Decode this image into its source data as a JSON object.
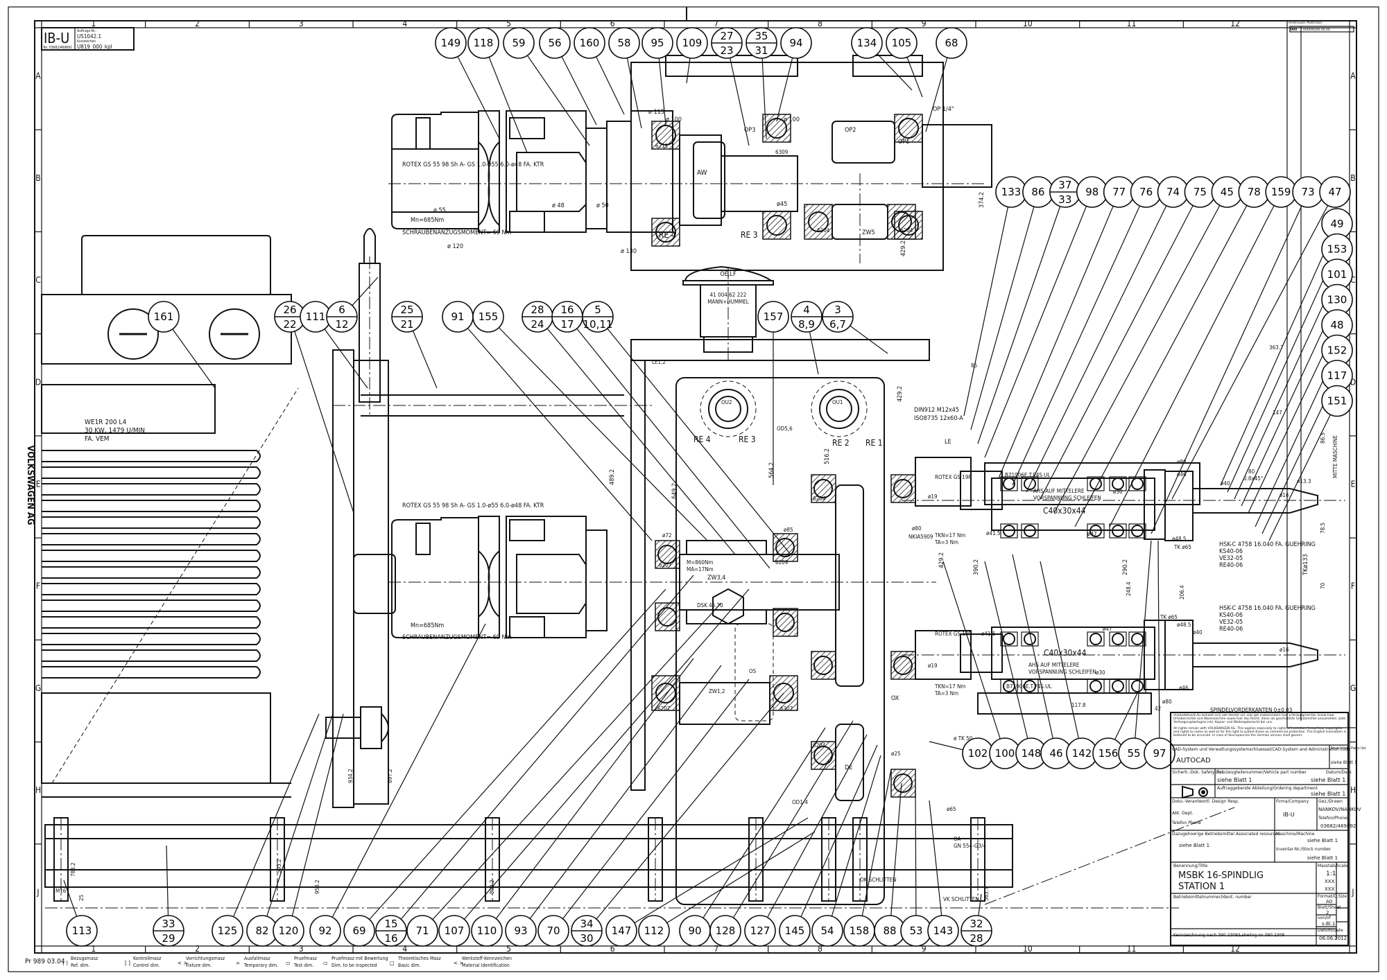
{
  "header_block": {
    "company": "IB-U",
    "phone": "Tel. 03682/469892",
    "order_label": "Auftrags-Nr.:",
    "order_no": "US1042.1",
    "short_label": "Kurzzeichen",
    "short_code": "U819_000_kpl"
  },
  "revision_block": {
    "title": "Aenderungen /Modification",
    "code": "000",
    "entry": "000000/00.00.00"
  },
  "side_brand": "VOLKSWAGEN AG",
  "zones": {
    "columns": [
      "1",
      "2",
      "3",
      "4",
      "5",
      "6",
      "7",
      "8",
      "9",
      "10",
      "11",
      "12"
    ],
    "rows": [
      "A",
      "B",
      "C",
      "D",
      "E",
      "F",
      "G",
      "H",
      "J"
    ]
  },
  "balloons": {
    "top": [
      "149",
      "118",
      "59",
      "56",
      "160",
      "58",
      "95",
      "109",
      "27/23",
      "35/31",
      "94",
      "134",
      "105",
      "68"
    ],
    "right_top": [
      "133",
      "86",
      "37/33",
      "98",
      "77",
      "76",
      "74",
      "75",
      "45",
      "78",
      "159",
      "73",
      "47"
    ],
    "right_column": [
      "49",
      "153",
      "101",
      "130",
      "48",
      "152",
      "117",
      "151"
    ],
    "middle_row": [
      "161",
      "26/22",
      "111",
      "6/12",
      "25/21",
      "91",
      "155",
      "28/24",
      "16/17",
      "5/10,11",
      "157",
      "4/8,9",
      "3/6,7"
    ],
    "lower_right": [
      "102",
      "100",
      "148",
      "46",
      "142",
      "156",
      "55",
      "97"
    ],
    "bottom": [
      "113",
      "33/29",
      "125",
      "82",
      "120",
      "92",
      "69",
      "15/16",
      "71",
      "107",
      "110",
      "93",
      "70",
      "34/30",
      "147",
      "112",
      "90",
      "128",
      "127",
      "145",
      "54",
      "158",
      "88",
      "53",
      "143",
      "32/28"
    ]
  },
  "annotations": {
    "motor": [
      "WE1R 200 L4",
      "30 KW, 1479 U/MIN",
      "FA. VEM"
    ],
    "coupling_top": "ROTEX GS 55 98 Sh A- GS 1.0-ø55  6.0-ø48  FA. KTR",
    "coupling_mid": "ROTEX GS 55 98 Sh A- GS 1.0-ø55  6.0-ø48  FA. KTR",
    "mn": "Mn=685Nm",
    "screw_torque": "SCHRAUBENANZUGSMOMENT= 69 Nm",
    "dia55": "ø 55",
    "dia48": "ø 48",
    "dia50": "ø 50",
    "dia115": "ø 115",
    "dia100": "ø 100",
    "dia120": "ø 120",
    "dia130": "ø 130",
    "dia45": "ø45",
    "bearing_6211": "6211",
    "bearing_6309": "6309",
    "bearing_6204": "6204",
    "bearing_6207": "6207",
    "bearing_6209": "6209",
    "bearing_6307": "6307",
    "aw": "AW",
    "re4": "RE 4",
    "re3": "RE 3",
    "re2": "RE 2",
    "re1": "RE 1",
    "op1": "OP1",
    "op2": "OP2",
    "op3": "OP3",
    "op14": "OP 1/4\"",
    "zw5": "ZW5",
    "oe_lf": "OE,LF",
    "filter": [
      "41 004 62 222",
      "MANN+HUMMEL"
    ],
    "ou1": "OU1",
    "ou2": "OU2",
    "od56": "OD5,6",
    "le12": "LE1,2",
    "le": "LE",
    "din912": "DIN912 M12x45",
    "iso8735": "ISO8735 12x60-A",
    "m860": "M=860Nm",
    "ma17": "MA=17Nm",
    "zw34": "ZW3,4",
    "dsk": "DSK 45.70",
    "zw12": "ZW1,2",
    "os": "OS",
    "ox": "OX",
    "de": "DE",
    "nkia": "NKIA5909",
    "rotex19": "ROTEX GS 19P",
    "tkn": "TKN=17 Nm",
    "ta": "TA=3 Nm",
    "bearing_b7": "B71906E.T.P4S.UL",
    "ahs": [
      "AHS AUF MITTELERE",
      "VORSPANNUNG SCHLEIFEN"
    ],
    "spindle_size": "C40x30x44",
    "tool": [
      "HSK-C 4758 16.040 FA. GUEHRING",
      "KS40-06",
      "VE32-05",
      "RE40-06"
    ],
    "tk65": "TK ø65",
    "dia485": "ø48.5",
    "dia80": "ø80",
    "dia46": "ø46",
    "dia47": "ø47",
    "dia30": "ø30",
    "dia19": "ø19",
    "dia415": "ø41.5",
    "dia40": "ø40",
    "dia16": "ø16",
    "dia33": "ø13.3",
    "tk133": "TKø133",
    "spindle_front": "SPINDELVORDERKANTEN 0±0.03",
    "mitte": "MITTE MASCHINE",
    "chamfer": "0.8x45°",
    "dim_3637": "363.7",
    "dim_85": "85",
    "dim_147": "147",
    "dim_80": "80",
    "dim_1178": "117.8",
    "dim_42": "42",
    "dim_2484": "248.4",
    "dim_2064": "206.4",
    "dim_865": "86.5",
    "dim_785": "78.5",
    "dim_70": "70",
    "dim_3742": "374.2",
    "dim_4292": "429.2",
    "dim_4892": "489.2",
    "dim_6492": "649.2",
    "dim_5642": "564.2",
    "dim_5162": "516.2",
    "dim_3902": "390.2",
    "dim_2902": "290.2",
    "dim_9342": "934.2",
    "dim_8972": "897.2",
    "dim_5932": "593.2",
    "dim_7832": "783.2",
    "dim_9582": "958.2",
    "dim_8032": "803.2",
    "dim_25": "25",
    "m16": "M16",
    "tk50": "ø TK 50",
    "dia65": "ø65",
    "dia25": "ø25",
    "dia72": "ø72",
    "dia85": "ø85",
    "od14": "OD1-4",
    "oa": "OA",
    "gn": "GN 554-G3/4",
    "ok_schlitten": "OK SCHLITTEN",
    "vk_schlitten": "VK SCHLITTEN"
  },
  "title_block": {
    "copyright_de": "VOLKSWAGEN AG behaelt sich alle Rechte vor. Das gilt insbesondere fuer Erfindungsrechte, Know-how, Urheberrechte und Warenzeichen sowie fuer das Recht, diese als geschuetzte Schutzrechte anzumelden. Jede Verfuegungsbefugnis inkl. Kopier- und Weitergaberecht bei uns.",
    "copyright_en": "All rights remain with VOLKSWAGEN AG. This applies especially to rights of invention, know-how, copyrights and rights to name as well as for the right to patent these as commercial protection. The English translation is believed to be accurate. In case of discrepancies the German version shall govern.",
    "cad_label": "CAD-System und Verwaltungssystemschluessel/CAD-System and Administration code",
    "cad_value": "AUTOCAD",
    "parts_list_label": "Stueckliste Parts list",
    "parts_list_value": "siehe Blatt 1",
    "safety_label": "Sicherh.-Dok. Safety Doc.",
    "part_no_label": "Fahrzeugteilenummer/Vehicle part number",
    "part_no_value": "siehe Blatt 1",
    "date_label_top": "Datum/Date",
    "date_value_top": "siehe Blatt 1",
    "ordering_label": "Auftraggebende Abteilung/Ordering department",
    "ordering_value": "siehe Blatt 1",
    "design_resp_label": "Doku.-Verantwortl. Design Resp.",
    "dept_label": "Abt. Dept.",
    "phone_label": "Telefon Phone",
    "company_label": "Firma/Company",
    "company_value": "IB-U",
    "drawn_label": "Gez./Drawn",
    "drawn_value": "NANKOV/NANKOV",
    "phone2_label": "Telefon/Phone",
    "phone2_value": "03682/469892",
    "resources_label": "Dazugehoerige Betriebsmittel Associated resources",
    "resources_value": "siehe Blatt 1",
    "machine_label": "Maschine/Machine",
    "machine_value": "siehe Blatt 1",
    "stock_label": "Inventar-Nr./Stock number",
    "stock_value": "siehe Blatt 1",
    "title_label": "Benennung/Title",
    "title_line1": "MSBK 16-SPINDLIG",
    "title_line2": "STATION 1",
    "scale_label": "Masstab/Scale",
    "scale_value": "1:1",
    "scale_x1": "XXX",
    "scale_x2": "XXX",
    "ident_label": "Betriebsmittelnummer/Ident. number",
    "format_label": "Format/D.Size",
    "format_value": "A0",
    "sheet_label": "Blatt/Sheet",
    "sheet_value": "2",
    "of_label": "von/of",
    "of_value": "s.Bl.1",
    "date_label": "Datum/Date",
    "date_value": "06.06.2012",
    "labeling": "Kennzeichnung nach 390 2308/Labeling on 390 2308"
  },
  "legend_footer": {
    "form_no": "Pr 989 03.04",
    "items": [
      {
        "symbol": "( )",
        "de": "Bezugsmasz",
        "en": "Ref. dim."
      },
      {
        "symbol": "[ ]",
        "de": "Kontrollmasz",
        "en": "Control dim."
      },
      {
        "symbol": "< >",
        "de": "Vorrichtungsmasz",
        "en": "Fixture dim."
      },
      {
        "symbol": "=",
        "de": "Ausfallmasz",
        "en": "Temporary dim."
      },
      {
        "symbol": "▭",
        "de": "Pruefmasz",
        "en": "Test dim."
      },
      {
        "symbol": "▭",
        "de": "Pruefmasz mit Bewertung",
        "en": "Dim. to be inspected"
      },
      {
        "symbol": "□",
        "de": "Theoretisches Masz",
        "en": "Basic dim."
      },
      {
        "symbol": "< >",
        "de": "Werkstoff-Kennzeichen",
        "en": "Material Identification"
      }
    ]
  }
}
